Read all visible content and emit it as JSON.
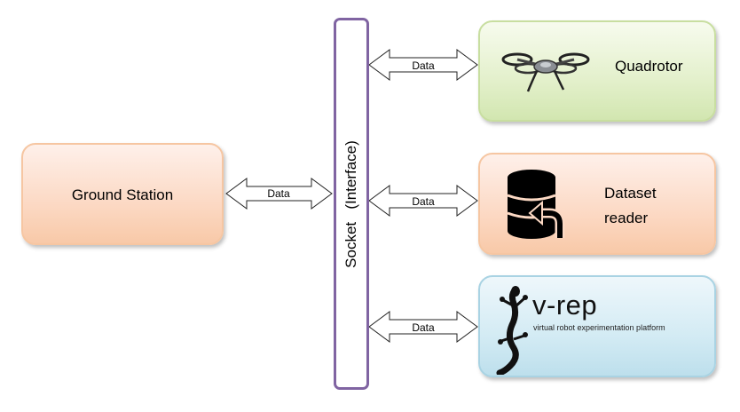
{
  "nodes": {
    "ground_station": "Ground Station",
    "quadrotor": "Quadrotor",
    "dataset_reader_line1": "Dataset",
    "dataset_reader_line2": "reader",
    "vrep_name": "v-rep",
    "vrep_tagline": "virtual robot experimentation platform"
  },
  "socket": {
    "label": "Socket   (Interface)"
  },
  "arrows": {
    "ground": "Data",
    "quadrotor": "Data",
    "dataset": "Data",
    "vrep": "Data"
  },
  "icons": {
    "quadrotor": "drone-icon",
    "dataset": "database-icon",
    "vrep": "gecko-logo-icon"
  },
  "colors": {
    "socket_border": "#8064a2",
    "ground_fill": "#fcd9c4",
    "quadrotor_fill": "#e3f0cb",
    "dataset_fill": "#fcd9c4",
    "vrep_fill": "#d3ebf4"
  }
}
